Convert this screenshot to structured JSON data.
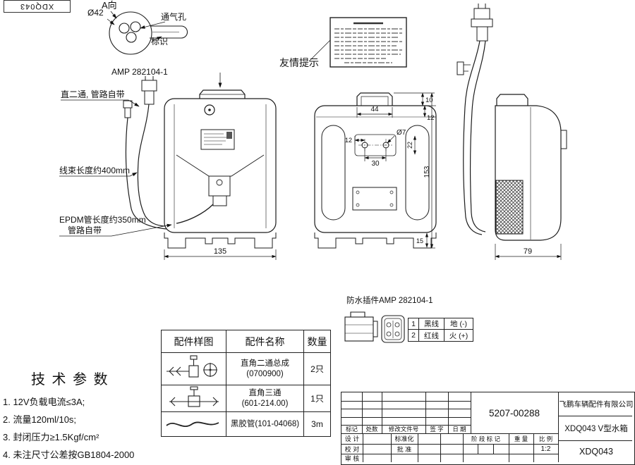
{
  "corner_code": "XDQ043",
  "detail_a": {
    "direction_label": "A向",
    "diameter": "Ø42",
    "vent_hole": "通气孔",
    "mark": "标识"
  },
  "callouts": {
    "amp_connector": "AMP 282104-1",
    "straight_two_way": "直二通, 管路自带",
    "harness_length": "线束长度约400mm",
    "epdm_length": "EPDM管长度约350mm",
    "epdm_note": "管路自带",
    "friendly_notice": "友情提示",
    "waterproof_connector": "防水插件AMP 282104-1"
  },
  "dimensions": {
    "front_width": "135",
    "side_depth": "79",
    "neck_width": "44",
    "cap_height": "10",
    "shoulder_height": "12",
    "total_height": "153",
    "hole_diameter": "Ø7",
    "hole_spacing": "30",
    "hole_offset_v": "22",
    "hole_offset_h": "12",
    "foot_height": "15"
  },
  "wire_table": {
    "rows": [
      {
        "no": "1",
        "wire": "黑线",
        "polarity": "地 (-)"
      },
      {
        "no": "2",
        "wire": "红线",
        "polarity": "火 (+)"
      }
    ]
  },
  "parts_table": {
    "headers": [
      "配件样图",
      "配件名称",
      "数量"
    ],
    "rows": [
      {
        "name_line1": "直角二通总成",
        "name_line2": "(0700900)",
        "qty": "2只"
      },
      {
        "name_line1": "直角三通",
        "name_line2": "(601-214.00)",
        "qty": "1只"
      },
      {
        "name_line1": "黑胶管(101-04068)",
        "name_line2": "",
        "qty": "3m"
      }
    ]
  },
  "tech_params": {
    "title": "技 术 参 数",
    "items": [
      "1. 12V负载电流≤3A;",
      "2. 流量120ml/10s;",
      "3. 封闭压力≥1.5Kgf/cm²",
      "4. 未注尺寸公差按GB1804-2000"
    ]
  },
  "title_block": {
    "drawing_no": "5207-00288",
    "company": "飞鹏车辆配件有限公司",
    "product_name": "XDQ043 V型水箱",
    "product_code": "XDQ043",
    "scale_value": "1:2",
    "labels": {
      "mark": "标记",
      "count": "处数",
      "change_doc": "修改文件号",
      "signature": "签 字",
      "date": "日 期",
      "design": "设 计",
      "standardization": "标准化",
      "stage_mark": "阶 段 标 记",
      "weight": "重 量",
      "scale": "比 例",
      "proofread": "校 对",
      "approve": "批 准",
      "review": "审 核"
    }
  }
}
